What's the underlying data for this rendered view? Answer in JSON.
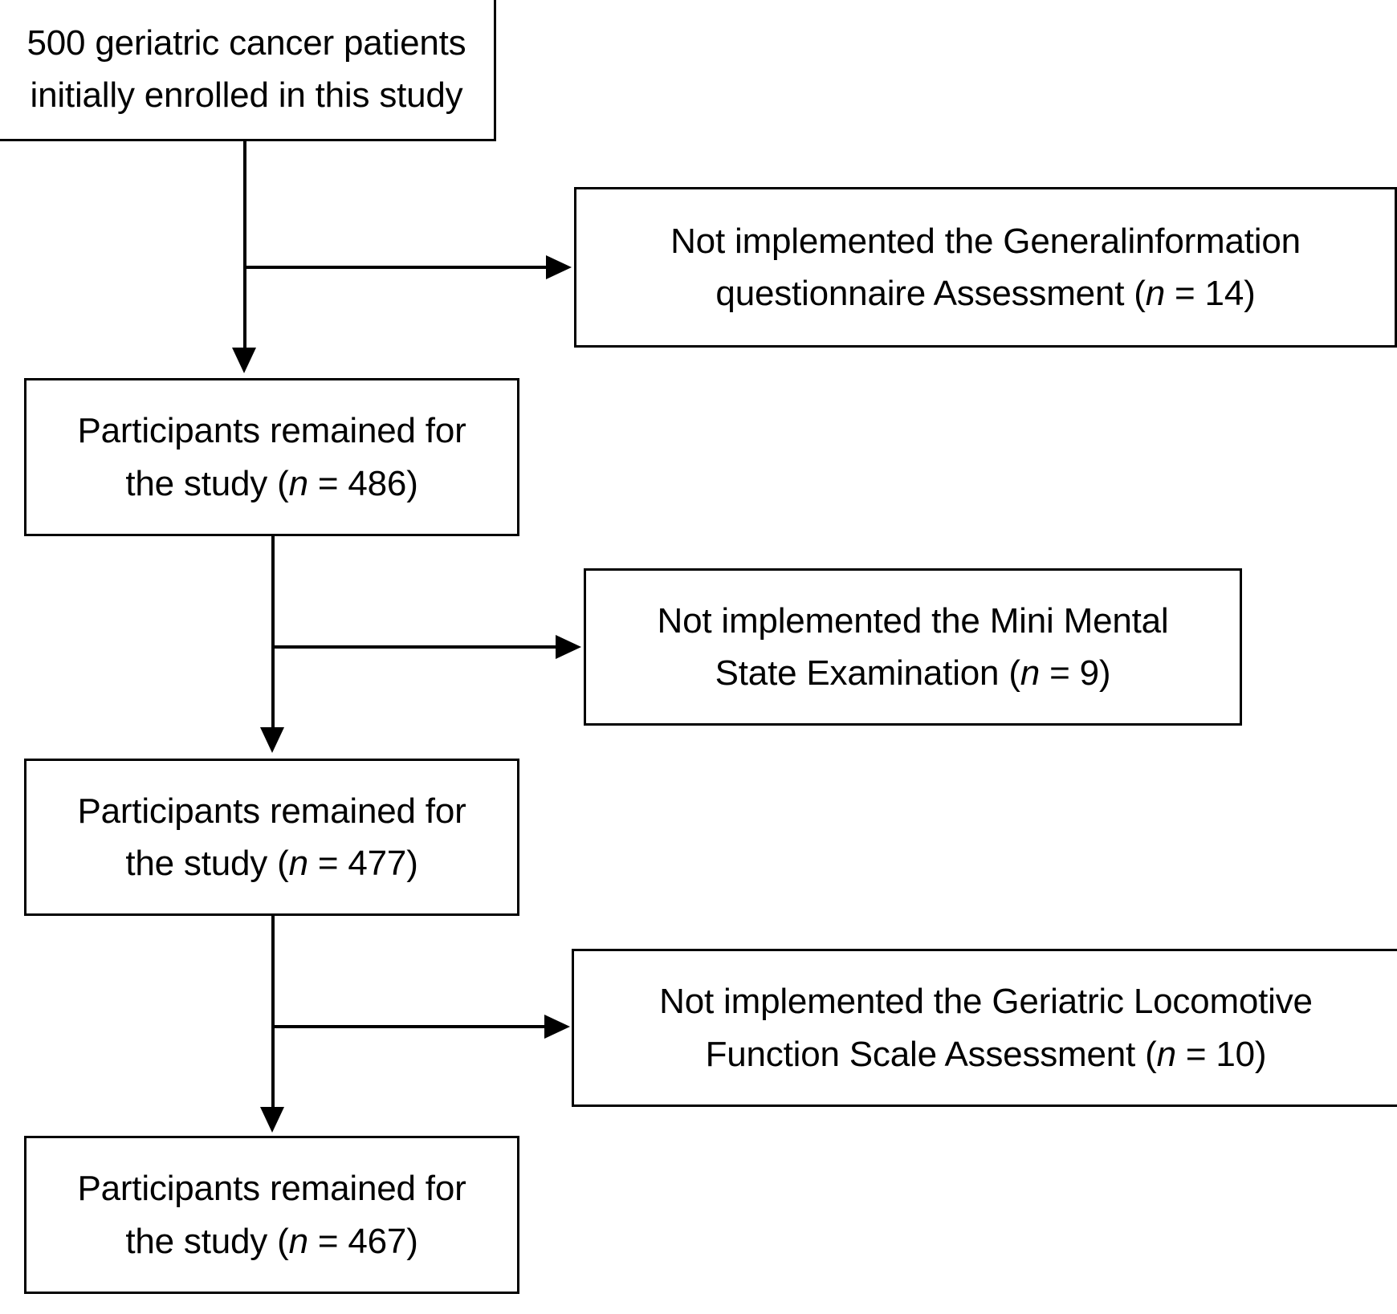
{
  "chart_data": {
    "type": "diagram",
    "diagram_kind": "participant-flow-chart",
    "title": "",
    "nodes": [
      {
        "id": "enrolled",
        "role": "enrollment",
        "text": "500 geriatric cancer patients\ninitially enrolled in this study",
        "n": 500
      },
      {
        "id": "excluded-1",
        "role": "exclusion",
        "text": "Not implemented the Generalinformation\nquestionnaire Assessment (n = 14)",
        "n": 14
      },
      {
        "id": "remained-486",
        "role": "remaining",
        "text": "Participants remained for\nthe study (n = 486)",
        "n": 486
      },
      {
        "id": "excluded-2",
        "role": "exclusion",
        "text": "Not implemented the Mini Mental\nState Examination (n = 9)",
        "n": 9
      },
      {
        "id": "remained-477",
        "role": "remaining",
        "text": "Participants remained for\nthe study (n = 477)",
        "n": 477
      },
      {
        "id": "excluded-3",
        "role": "exclusion",
        "text": "Not implemented the Geriatric Locomotive\nFunction Scale Assessment (n = 10)",
        "n": 10
      },
      {
        "id": "remained-467",
        "role": "remaining",
        "text": "Participants remained for\nthe study (n = 467)",
        "n": 467
      }
    ],
    "edges": [
      {
        "from": "enrolled",
        "to": "excluded-1",
        "direction": "right"
      },
      {
        "from": "enrolled",
        "to": "remained-486",
        "direction": "down"
      },
      {
        "from": "remained-486",
        "to": "excluded-2",
        "direction": "right"
      },
      {
        "from": "remained-486",
        "to": "remained-477",
        "direction": "down"
      },
      {
        "from": "remained-477",
        "to": "excluded-3",
        "direction": "right"
      },
      {
        "from": "remained-477",
        "to": "remained-467",
        "direction": "down"
      }
    ],
    "colors": {
      "stroke": "#000000",
      "fill": "#ffffff",
      "text": "#000000"
    }
  },
  "boxes": {
    "enrolled": {
      "line1": "500 geriatric cancer patients",
      "line2": "initially enrolled in this study"
    },
    "excluded_1": {
      "line1": "Not implemented the Generalinformation",
      "line2_pre": "questionnaire Assessment (",
      "line2_n": "n",
      "line2_post": " = 14)"
    },
    "remained_486": {
      "line1": "Participants remained for",
      "line2_pre": "the study (",
      "line2_n": "n",
      "line2_post": " = 486)"
    },
    "excluded_2": {
      "line1": "Not implemented the Mini Mental",
      "line2_pre": "State Examination (",
      "line2_n": "n",
      "line2_post": " = 9)"
    },
    "remained_477": {
      "line1": "Participants remained for",
      "line2_pre": "the study (",
      "line2_n": "n",
      "line2_post": " = 477)"
    },
    "excluded_3": {
      "line1": "Not implemented the Geriatric Locomotive",
      "line2_pre": "Function Scale Assessment (",
      "line2_n": "n",
      "line2_post": " = 10)"
    },
    "remained_467": {
      "line1": "Participants remained for",
      "line2_pre": "the study (",
      "line2_n": "n",
      "line2_post": " = 467)"
    }
  }
}
